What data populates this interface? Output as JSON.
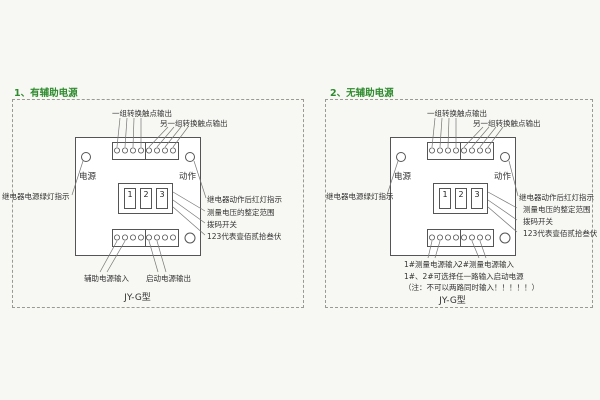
{
  "page": {
    "background": "#f7f7f3",
    "line_color": "#555555",
    "text_color": "#333333",
    "title_color": "#2e8b2e"
  },
  "left_panel": {
    "title": "1、有辅助电源",
    "model": "JY-G型",
    "device": {
      "power_label": "电源",
      "action_label": "动作",
      "dip_digits": [
        "1",
        "2",
        "3"
      ]
    },
    "annotations": {
      "contacts_group1": "一组转换触点输出",
      "contacts_group2": "另一组转换触点输出",
      "green_led": "继电器电源绿灯指示",
      "red_led": "继电器动作后红灯指示",
      "voltage_range": "测量电压的整定范围",
      "dip_switch": "拨码开关",
      "volts_code": "123代表壹佰贰拾叁伏",
      "aux_power_in": "辅助电源输入",
      "start_power_out": "启动电源输出"
    }
  },
  "right_panel": {
    "title": "2、无辅助电源",
    "model": "JY-G型",
    "device": {
      "power_label": "电源",
      "action_label": "动作",
      "dip_digits": [
        "1",
        "2",
        "3"
      ]
    },
    "annotations": {
      "contacts_group1": "一组转换触点输出",
      "contacts_group2": "另一组转换触点输出",
      "green_led": "继电器电源绿灯指示",
      "red_led": "继电器动作后红灯指示",
      "voltage_range": "测量电压的整定范围",
      "dip_switch": "拨码开关",
      "volts_code": "123代表壹佰贰拾叁伏",
      "measure_in_1": "1#测量电源输入",
      "measure_in_2": "2#测量电源输入",
      "note_line1": "1#、2#可选择任一路输入启动电源",
      "note_line2": "（注：不可以两路同时输入！！！！！）"
    }
  }
}
